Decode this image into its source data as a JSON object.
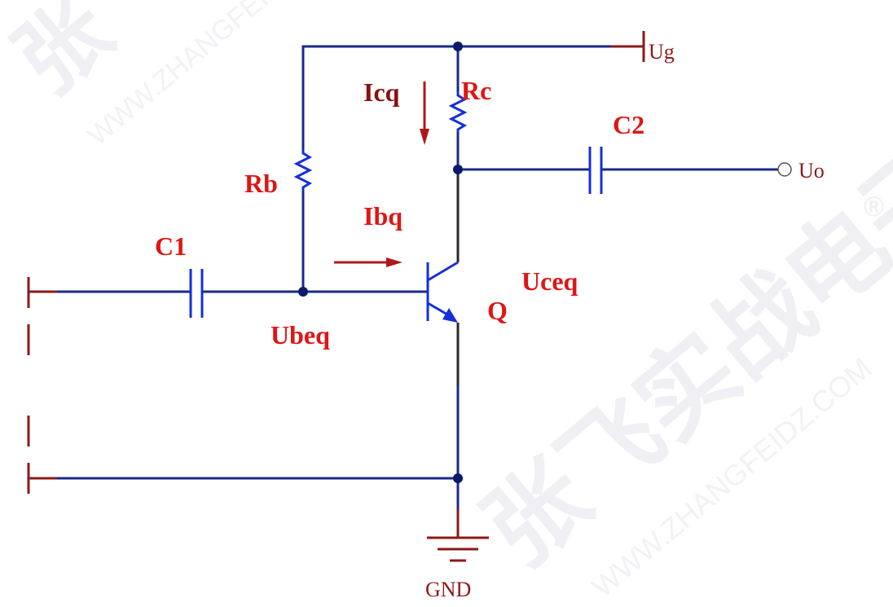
{
  "labels": {
    "ug": "Ug",
    "uo": "Uo",
    "gnd": "GND",
    "rc": "Rc",
    "rb": "Rb",
    "c1": "C1",
    "c2": "C2",
    "q": "Q",
    "icq": "Icq",
    "ibq": "Ibq",
    "ubeq": "Ubeq",
    "uceq": "Uceq"
  },
  "watermark": {
    "cn_text": "张飞实战电子",
    "en_text": "WWW.ZHANGFEIDZ.COM",
    "registered": "®"
  },
  "colors": {
    "wire": "#1a2a8a",
    "component": "#1530d8",
    "terminal": "#8b1a1a",
    "label_red": "#e01515",
    "label_dark_red": "#8b1010",
    "node": "#0c1a6b"
  }
}
